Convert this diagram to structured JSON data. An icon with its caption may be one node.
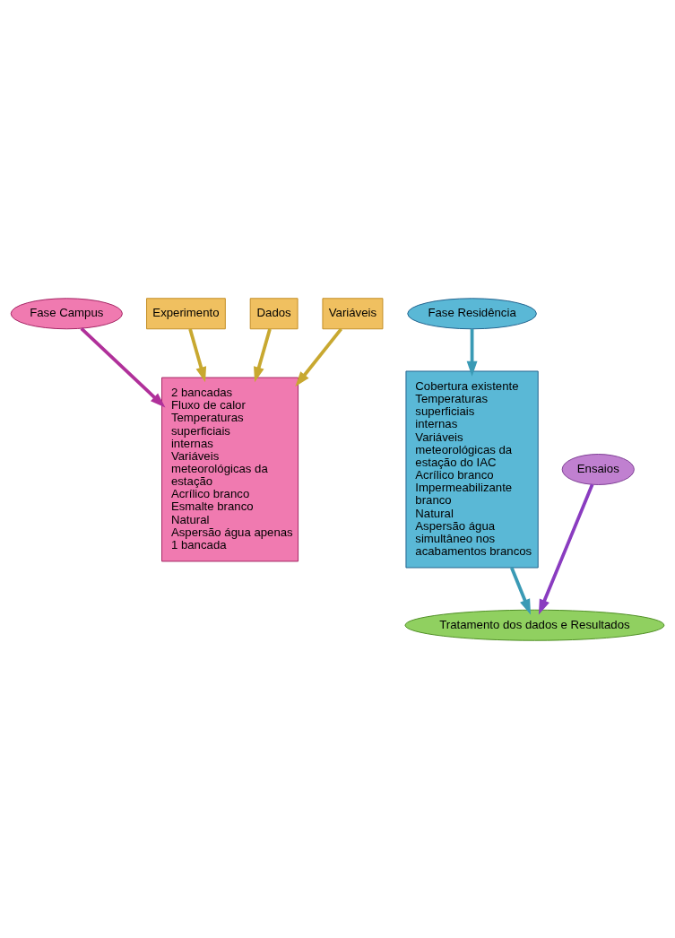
{
  "diagram": {
    "nodes": [
      {
        "text": [
          "Fase Campus"
        ]
      },
      {
        "text": [
          "Fase Residência"
        ]
      },
      {
        "text": [
          "Experimento"
        ]
      },
      {
        "text": [
          "Dados"
        ]
      },
      {
        "text": [
          "Variáveis"
        ]
      },
      {
        "text": [
          "2 bancadas",
          "Fluxo de calor",
          "Temperaturas superficiais internas",
          "Variáveis meteorológicas da estação",
          "Acrílico branco",
          "Esmalte branco",
          "Natural",
          "Aspersão água apenas 1 bancada"
        ]
      },
      {
        "text": [
          "Cobertura existente",
          "Temperaturas superficiais internas",
          "Variáveis meteorológicas da estação do IAC",
          "Acrílico branco",
          "Impermeabilizante branco",
          "Natural",
          "Aspersão água simultâneo nos acabamentos brancos"
        ]
      },
      {
        "text": [
          "Ensaios"
        ]
      },
      {
        "text": [
          "Tratamento dos dados e Resultados"
        ]
      }
    ],
    "edges": [
      {
        "from": 0,
        "to": 5,
        "arrow": "to",
        "color": "#b0309a"
      },
      {
        "from": 1,
        "to": 6,
        "arrow": "to",
        "color": "#3a9ab5"
      },
      {
        "from": 2,
        "to": 5,
        "arrow": "to"
      },
      {
        "from": 3,
        "to": 5,
        "arrow": "to"
      },
      {
        "from": 4,
        "to": 5,
        "arrow": "to"
      },
      {
        "from": 7,
        "to": 8,
        "arrow": "to",
        "color": "#8a3cc0"
      },
      {
        "from": 6,
        "to": 8,
        "arrow": "to",
        "color": "#3a9ab5"
      }
    ]
  }
}
